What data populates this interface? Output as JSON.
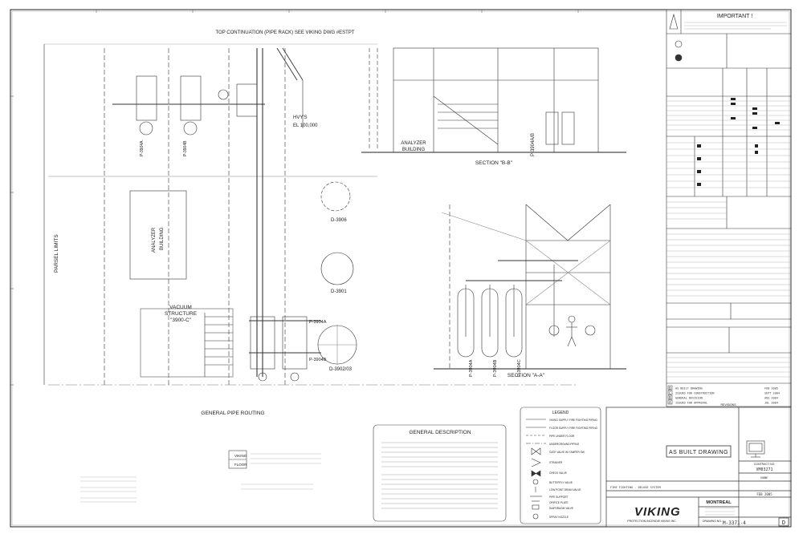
{
  "drawing": {
    "top_note": "TOP CONTINUATION (PIPE RACK) SEE VIKING DWG #ESTPT",
    "pump_labels": [
      "P-3904A",
      "P-3904B"
    ],
    "lower_pumps": [
      "P-3904A",
      "P-3904B",
      "P-3904C"
    ],
    "pump_3904ab": "P-3904A/B",
    "analyzer_box": [
      "ANALYZER",
      "BUILDING"
    ],
    "analyzer_mid": [
      "ANALYZER",
      "BUILDING"
    ],
    "vacuum": [
      "VACUUM",
      "STRUCTURE",
      "\"3900-C\""
    ],
    "pars_label": "PARSEL LIMITS",
    "elev": [
      "HVY'S",
      "EL 100,000"
    ],
    "d_labels": [
      "D-3906",
      "D-3901",
      "D-3902/03"
    ],
    "section_bb": "SECTION \"B-B\"",
    "section_aa": "SECTION \"A-A\"",
    "general_view": "GENERAL PIPE ROUTING",
    "general_description": "GENERAL DESCRIPTION",
    "legend_title": "LEGEND",
    "viking_tag": "VIKING",
    "floor_tag": "FLOOR",
    "legend_items": [
      "VIKING SUPPLY FIRE FIGHTING PIPING",
      "FLOOR SUPPLY FIRE FIGHTING PIPING",
      "PIPE UNDER FLOOR",
      "UNDERGROUND PIPING",
      "GATE VALVE W/ TAMPER SW.",
      "STRAINER",
      "CHECK VALVE",
      "BUTTERFLY VALVE",
      "LOW POINT DRAIN VALVE",
      "PIPE SUPPORT",
      "ORIFICE PLATE",
      "DIAPHRAGM VALVE",
      "SPRAY NOZZLE"
    ]
  },
  "title_block": {
    "important": "IMPORTANT !",
    "as_built": "AS BUILT DRAWING",
    "contract_label": "CONTRACT NO.",
    "contract_no": "VM03271",
    "dwg_title": "FIRE FIGHTING - DELUGE SYSTEM",
    "revisions_label": "REVISIONS",
    "company": "VIKING",
    "company_sub": "PROTECTION INCENDIE VIKING INC.",
    "location": "MONTREAL",
    "drawing_label": "DRAWING NO.",
    "sheet_code": "M-3371-4",
    "sheet_rev": "D",
    "date": "FEB 2005",
    "scale": "NONE",
    "rev_rows": [
      [
        "D",
        "AS BUILT DRAWING",
        "FEB 2005"
      ],
      [
        "C",
        "ISSUED FOR CONSTRUCTION",
        "SEPT 2004"
      ],
      [
        "B",
        "GENERAL REVISION",
        "AUG 2004"
      ],
      [
        "A",
        "ISSUED FOR APPROVAL",
        "JUL 2004"
      ]
    ]
  },
  "colors": {
    "ink": "#222222",
    "light": "#9a9a9a",
    "accent": "#111111"
  }
}
